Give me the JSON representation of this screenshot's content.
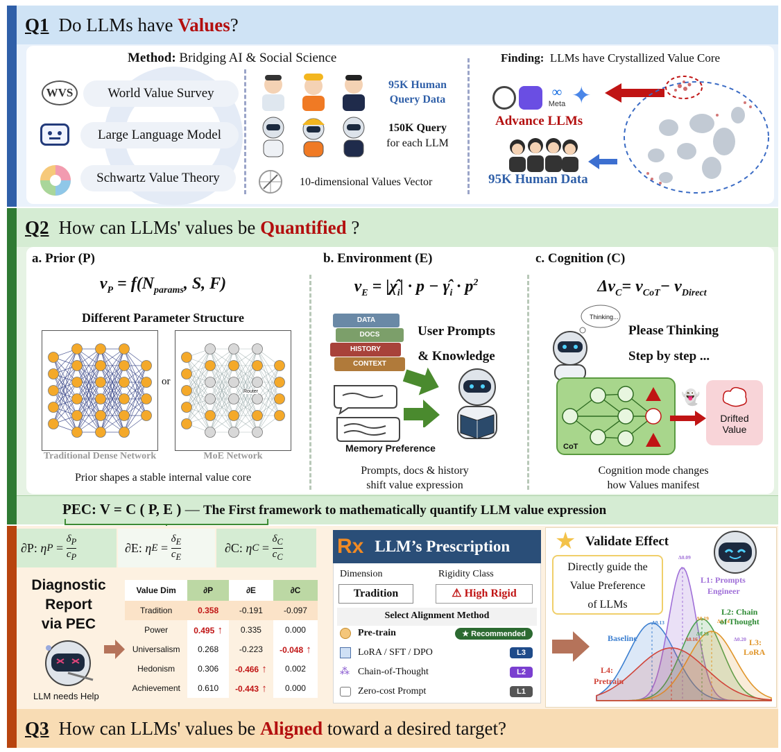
{
  "q1": {
    "num": "Q1",
    "pre": "Do LLMs have",
    "kw": "Values",
    "post": "?",
    "method_label": "Method:",
    "method_text": "Bridging AI & Social Science",
    "pills": [
      "World Value Survey",
      "Large Language Model",
      "Schwartz Value Theory"
    ],
    "wvs_logo": "WVS",
    "human_query": "95K Human Query Data",
    "llm_query_1": "150K Query",
    "llm_query_2": "for each LLM",
    "values_vector": "10-dimensional Values Vector",
    "finding_label": "Finding:",
    "finding_text": "LLMs have Crystallized Value Core",
    "meta_label": "Meta",
    "advance_llms": "Advance LLMs",
    "human_data": "95K Human Data"
  },
  "q2": {
    "num": "Q2",
    "pre": "How can LLMs' values be",
    "kw": "Quantified",
    "post": "?",
    "a_title": "a. Prior (P)",
    "a_formula": "v_P = f(N_params, S, F)",
    "a_sub": "Different Parameter Structure",
    "or": "or",
    "router": "Router",
    "dense_label": "Traditional Dense Network",
    "moe_label": "MoE Network",
    "a_caption": "Prior shapes a stable internal value core",
    "b_title": "b. Environment (E)",
    "b_formula": "v_E = |χ̂_i| · p − γ̂_i · p²",
    "books": [
      "DATA",
      "DOCS",
      "HISTORY",
      "CONTEXT"
    ],
    "b_user_1": "User Prompts",
    "b_user_2": "& Knowledge",
    "b_memory": "Memory Preference",
    "b_caption_1": "Prompts, docs & history",
    "b_caption_2": "shift value expression",
    "c_title": "c. Cognition (C)",
    "c_formula": "Δv_C = v_CoT − v_Direct",
    "thinking": "Thinking...",
    "c_please_1": "Please Thinking",
    "c_please_2": "Step by step ...",
    "cot": "CoT",
    "drifted_1": "Drifted",
    "drifted_2": "Value",
    "c_caption_1": "Cognition mode changes",
    "c_caption_2": "how Values manifest"
  },
  "pec": {
    "title": "PEC: V = C ( P, E )",
    "dash": "—",
    "desc": "The First framework to mathematically quantify LLM value expression"
  },
  "q3": {
    "num": "Q3",
    "pre": "How can LLMs' values be",
    "kw": "Aligned",
    "post": "toward a desired target?",
    "partials": [
      "∂P:",
      "∂E:",
      "∂C:"
    ],
    "partial_formulas": [
      "η_P = δ_P / c_P",
      "η_E = δ_E / c_E",
      "η_C = δ_C / c_C"
    ],
    "diag_1": "Diagnostic",
    "diag_2": "Report",
    "diag_3": "via PEC",
    "needs_help": "LLM needs Help",
    "table_headers": [
      "Value Dim",
      "∂P",
      "∂E",
      "∂C"
    ],
    "table_rows": [
      [
        "Tradition",
        "0.358",
        "-0.191",
        "-0.097"
      ],
      [
        "Power",
        "0.495",
        "0.335",
        "0.000"
      ],
      [
        "Universalism",
        "0.268",
        "-0.223",
        "-0.048"
      ],
      [
        "Hedonism",
        "0.306",
        "-0.466",
        "0.002"
      ],
      [
        "Achievement",
        "0.610",
        "-0.443",
        "0.000"
      ]
    ],
    "rx_symbol": "Rx",
    "rx_title": "LLM’s Prescription",
    "dimension_label": "Dimension",
    "rigidity_label": "Rigidity Class",
    "dimension_value": "Tradition",
    "rigidity_value": "⚠ High Rigid",
    "select_label": "Select Alignment Method",
    "methods": [
      {
        "name": "Pre-train",
        "badge": "★ Recommended"
      },
      {
        "name": "LoRA / SFT / DPO",
        "badge": "L3"
      },
      {
        "name": "Chain-of-Thought",
        "badge": "L2"
      },
      {
        "name": "Zero-cost Prompt",
        "badge": "L1"
      }
    ],
    "validate": "Validate Effect",
    "guide_1": "Directly guide the",
    "guide_2": "Value Preference",
    "guide_3": "of LLMs",
    "curves": {
      "baseline": "Baseline",
      "l1": "L1: Prompts Engineer",
      "l2": "L2: Chain of Thought",
      "l3": "L3: LoRA",
      "l4": "L4: Pretrain"
    },
    "curve_values": [
      "Δ0.09",
      "Δ0.13",
      "Δ0.19",
      "Δ0.18",
      "Δ0.16",
      "Δ0.14",
      "Δ0.20"
    ]
  },
  "colors": {
    "q1_bar": "#2f5fa8",
    "q1_bg": "#cfe3f5",
    "q2_bar": "#2f7a33",
    "q2_bg": "#d5ecd3",
    "q3_bar": "#b8440f",
    "q3_bg": "#f8dcb4",
    "keyword": "#b30f0f",
    "accent_blue": "#2f5fa8"
  }
}
